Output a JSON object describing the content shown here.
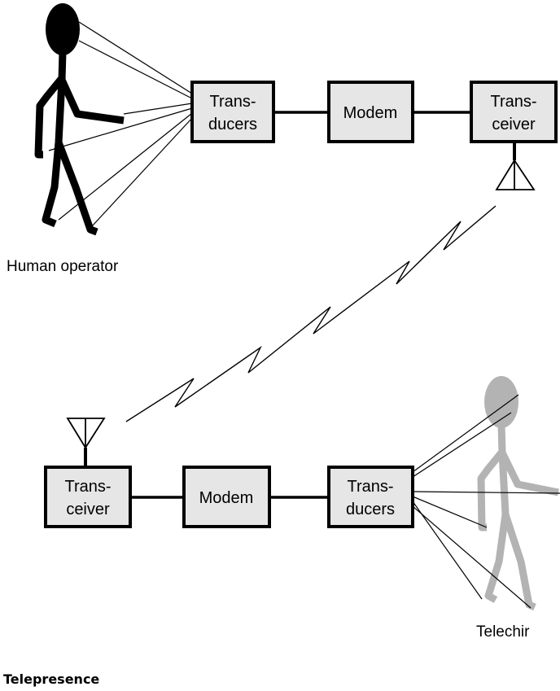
{
  "top_row": {
    "transducers": [
      "Trans-",
      "ducers"
    ],
    "modem": "Modem",
    "transceiver": [
      "Trans-",
      "ceiver"
    ]
  },
  "bottom_row": {
    "transceiver": [
      "Trans-",
      "ceiver"
    ],
    "modem": "Modem",
    "transducers": [
      "Trans-",
      "ducers"
    ]
  },
  "labels": {
    "human_operator": "Human operator",
    "telechir": "Telechir"
  },
  "caption": "Telepresence",
  "colors": {
    "box_fill": "#e6e6e6",
    "telechir_figure": "#b3b3b3",
    "operator_figure": "#000000"
  }
}
